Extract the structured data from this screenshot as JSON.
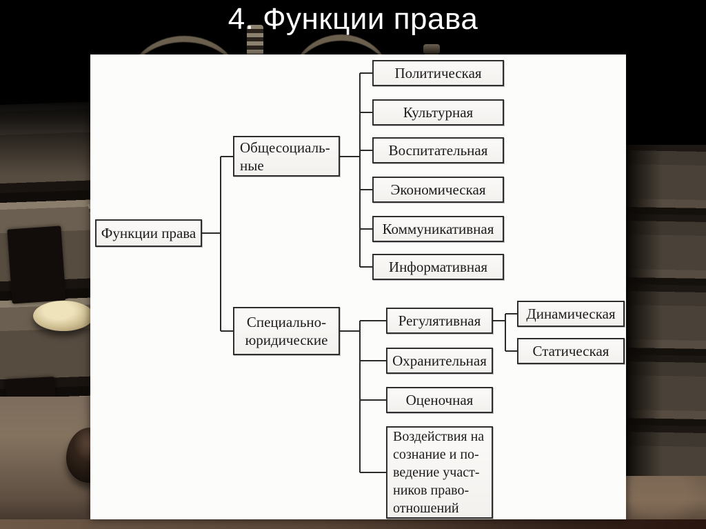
{
  "title": "4. Функции права",
  "colors": {
    "background": "#000000",
    "panel": "#fcfcfb",
    "connector_line": "#2b2b2b",
    "node_border": "#2e2e2e",
    "node_fill": "#f7f6f3",
    "node_text": "#1c1c1c",
    "title_text": "#ffffff",
    "floor_brown": "#6d5847",
    "books_brown": "#4a4238",
    "scale_pan_gold": "#e5d9ad"
  },
  "diagram": {
    "nodes": {
      "root": "Функции права",
      "general_social": "Общесоциаль-\nные",
      "political": "Политическая",
      "cultural": "Культурная",
      "educational": "Воспитательная",
      "economic": "Экономическая",
      "communicative": "Коммуникативная",
      "informative": "Информативная",
      "special_legal": "Специально-\nюридические",
      "regulatory": "Регулятивная",
      "protective": "Охранительная",
      "evaluative": "Оценочная",
      "impact": "Воздействия на\nсознание и по-\nведение участ-\nников право-\nотношений",
      "dynamic": "Динамическая",
      "static": "Статическая"
    }
  }
}
